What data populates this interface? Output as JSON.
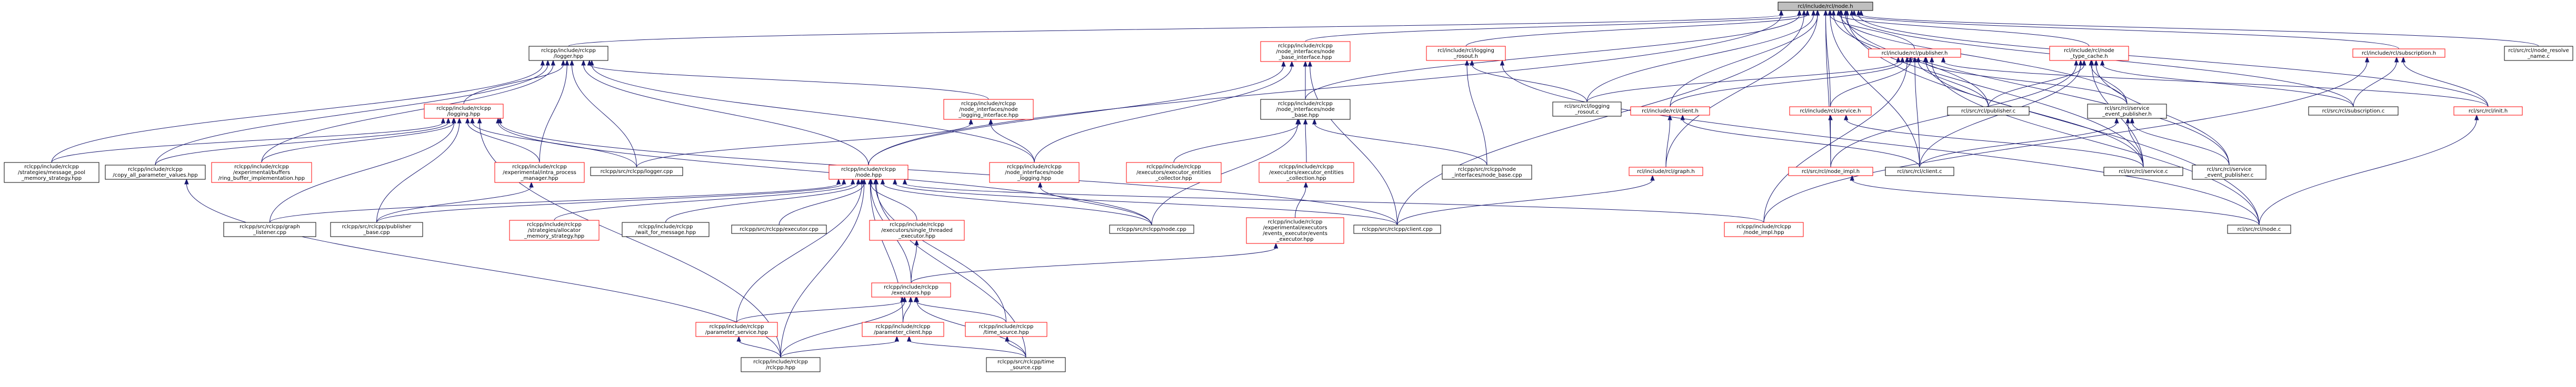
{
  "graph": {
    "title": "",
    "colors": {
      "edge": "#191970",
      "text": "#000000",
      "root_fill": "#bfbfbf",
      "plain_stroke": "#000000",
      "truncated_stroke": "#ff0000"
    },
    "nodes": [
      {
        "id": "root",
        "label": [
          "rcl/include/rcl/node.h"
        ],
        "style": "root"
      },
      {
        "id": "logger_hpp",
        "label": [
          "rclcpp/include/rclcpp",
          "/logger.hpp"
        ],
        "style": "plain"
      },
      {
        "id": "nif_base_iface",
        "label": [
          "rclcpp/include/rclcpp",
          "/node_interfaces/node",
          "_base_interface.hpp"
        ],
        "style": "trunc"
      },
      {
        "id": "rcl_logging_rosout",
        "label": [
          "rcl/include/rcl/logging",
          "_rosout.h"
        ],
        "style": "trunc"
      },
      {
        "id": "rcl_publisher_h",
        "label": [
          "rcl/include/rcl/publisher.h"
        ],
        "style": "trunc"
      },
      {
        "id": "rcl_node_type_cache",
        "label": [
          "rcl/include/rcl/node",
          "_type_cache.h"
        ],
        "style": "trunc"
      },
      {
        "id": "rcl_subscription_h",
        "label": [
          "rcl/include/rcl/subscription.h"
        ],
        "style": "trunc"
      },
      {
        "id": "rcl_node_resolve",
        "label": [
          "rcl/src/rcl/node_resolve",
          "_name.c"
        ],
        "style": "plain"
      },
      {
        "id": "logging_hpp",
        "label": [
          "rclcpp/include/rclcpp",
          "/logging.hpp"
        ],
        "style": "trunc"
      },
      {
        "id": "nif_logging_iface",
        "label": [
          "rclcpp/include/rclcpp",
          "/node_interfaces/node",
          "_logging_interface.hpp"
        ],
        "style": "trunc"
      },
      {
        "id": "nif_node_base",
        "label": [
          "rclcpp/include/rclcpp",
          "/node_interfaces/node",
          "_base.hpp"
        ],
        "style": "plain"
      },
      {
        "id": "rcl_logging_rosout_c",
        "label": [
          "rcl/src/rcl/logging",
          "_rosout.c"
        ],
        "style": "plain"
      },
      {
        "id": "rcl_client_h",
        "label": [
          "rcl/include/rcl/client.h"
        ],
        "style": "trunc"
      },
      {
        "id": "rcl_service_h",
        "label": [
          "rcl/include/rcl/service.h"
        ],
        "style": "trunc"
      },
      {
        "id": "rcl_publisher_c",
        "label": [
          "rcl/src/rcl/publisher.c"
        ],
        "style": "plain"
      },
      {
        "id": "rcl_service_event_pub_h",
        "label": [
          "rcl/src/rcl/service",
          "_event_publisher.h"
        ],
        "style": "plain"
      },
      {
        "id": "rcl_subscription_c",
        "label": [
          "rcl/src/rcl/subscription.c"
        ],
        "style": "plain"
      },
      {
        "id": "rcl_init_h",
        "label": [
          "rcl/src/rcl/init.h"
        ],
        "style": "trunc"
      },
      {
        "id": "strategies_msg_pool",
        "label": [
          "rclcpp/include/rclcpp",
          "/strategies/message_pool",
          "_memory_strategy.hpp"
        ],
        "style": "plain"
      },
      {
        "id": "copy_all_params",
        "label": [
          "rclcpp/include/rclcpp",
          "/copy_all_parameter_values.hpp"
        ],
        "style": "plain"
      },
      {
        "id": "ring_buffer_impl",
        "label": [
          "rclcpp/include/rclcpp",
          "/experimental/buffers",
          "/ring_buffer_implementation.hpp"
        ],
        "style": "trunc"
      },
      {
        "id": "intra_process_mgr",
        "label": [
          "rclcpp/include/rclcpp",
          "/experimental/intra_process",
          "_manager.hpp"
        ],
        "style": "trunc"
      },
      {
        "id": "logger_cpp",
        "label": [
          "rclcpp/src/rclcpp/logger.cpp"
        ],
        "style": "plain"
      },
      {
        "id": "node_hpp",
        "label": [
          "rclcpp/include/rclcpp",
          "/node.hpp"
        ],
        "style": "trunc"
      },
      {
        "id": "nif_node_logging",
        "label": [
          "rclcpp/include/rclcpp",
          "/node_interfaces/node",
          "_logging.hpp"
        ],
        "style": "trunc"
      },
      {
        "id": "executor_entities_collector",
        "label": [
          "rclcpp/include/rclcpp",
          "/executors/executor_entities",
          "_collector.hpp"
        ],
        "style": "trunc"
      },
      {
        "id": "executor_entities_collection",
        "label": [
          "rclcpp/include/rclcpp",
          "/executors/executor_entities",
          "_collection.hpp"
        ],
        "style": "trunc"
      },
      {
        "id": "node_base_cpp",
        "label": [
          "rclcpp/src/rclcpp/node",
          "_interfaces/node_base.cpp"
        ],
        "style": "plain"
      },
      {
        "id": "rcl_graph_h",
        "label": [
          "rcl/include/rcl/graph.h"
        ],
        "style": "trunc"
      },
      {
        "id": "rcl_node_impl_h",
        "label": [
          "rcl/src/rcl/node_impl.h"
        ],
        "style": "trunc"
      },
      {
        "id": "rcl_client_c",
        "label": [
          "rcl/src/rcl/client.c"
        ],
        "style": "plain"
      },
      {
        "id": "rcl_service_c",
        "label": [
          "rcl/src/rcl/service.c"
        ],
        "style": "plain"
      },
      {
        "id": "rcl_service_event_pub_c",
        "label": [
          "rcl/src/rcl/service",
          "_event_publisher.c"
        ],
        "style": "plain"
      },
      {
        "id": "graph_listener_cpp",
        "label": [
          "rclcpp/src/rclcpp/graph",
          "_listener.cpp"
        ],
        "style": "plain"
      },
      {
        "id": "publisher_base_cpp",
        "label": [
          "rclcpp/src/rclcpp/publisher",
          "_base.cpp"
        ],
        "style": "plain"
      },
      {
        "id": "allocator_mem_strategy",
        "label": [
          "rclcpp/include/rclcpp",
          "/strategies/allocator",
          "_memory_strategy.hpp"
        ],
        "style": "trunc"
      },
      {
        "id": "wait_for_message",
        "label": [
          "rclcpp/include/rclcpp",
          "/wait_for_message.hpp"
        ],
        "style": "plain"
      },
      {
        "id": "executor_cpp",
        "label": [
          "rclcpp/src/rclcpp/executor.cpp"
        ],
        "style": "plain"
      },
      {
        "id": "single_threaded_exec",
        "label": [
          "rclcpp/include/rclcpp",
          "/executors/single_threaded",
          "_executor.hpp"
        ],
        "style": "trunc"
      },
      {
        "id": "node_cpp",
        "label": [
          "rclcpp/src/rclcpp/node.cpp"
        ],
        "style": "plain"
      },
      {
        "id": "events_executor",
        "label": [
          "rclcpp/include/rclcpp",
          "/experimental/executors",
          "/events_executor/events",
          "_executor.hpp"
        ],
        "style": "trunc"
      },
      {
        "id": "client_cpp",
        "label": [
          "rclcpp/src/rclcpp/client.cpp"
        ],
        "style": "plain"
      },
      {
        "id": "node_impl_hpp",
        "label": [
          "rclcpp/include/rclcpp",
          "/node_impl.hpp"
        ],
        "style": "trunc"
      },
      {
        "id": "rcl_node_c",
        "label": [
          "rcl/src/rcl/node.c"
        ],
        "style": "plain"
      },
      {
        "id": "executors_hpp",
        "label": [
          "rclcpp/include/rclcpp",
          "/executors.hpp"
        ],
        "style": "trunc"
      },
      {
        "id": "parameter_service_hpp",
        "label": [
          "rclcpp/include/rclcpp",
          "/parameter_service.hpp"
        ],
        "style": "trunc"
      },
      {
        "id": "parameter_client_hpp",
        "label": [
          "rclcpp/include/rclcpp",
          "/parameter_client.hpp"
        ],
        "style": "trunc"
      },
      {
        "id": "time_source_hpp",
        "label": [
          "rclcpp/include/rclcpp",
          "/time_source.hpp"
        ],
        "style": "trunc"
      },
      {
        "id": "rclcpp_hpp",
        "label": [
          "rclcpp/include/rclcpp",
          "/rclcpp.hpp"
        ],
        "style": "plain"
      },
      {
        "id": "time_source_cpp",
        "label": [
          "rclcpp/src/rclcpp/time",
          "_source.cpp"
        ],
        "style": "plain"
      }
    ],
    "edges": [
      [
        "root",
        "logger_hpp"
      ],
      [
        "root",
        "nif_base_iface"
      ],
      [
        "root",
        "rcl_logging_rosout"
      ],
      [
        "root",
        "rcl_publisher_h"
      ],
      [
        "root",
        "rcl_node_type_cache"
      ],
      [
        "root",
        "rcl_subscription_h"
      ],
      [
        "root",
        "rcl_node_resolve"
      ],
      [
        "root",
        "nif_node_base"
      ],
      [
        "root",
        "node_hpp"
      ],
      [
        "root",
        "rcl_client_h"
      ],
      [
        "root",
        "rcl_service_h"
      ],
      [
        "root",
        "rcl_logging_rosout_c"
      ],
      [
        "root",
        "rcl_publisher_c"
      ],
      [
        "root",
        "rcl_service_event_pub_h"
      ],
      [
        "root",
        "rcl_subscription_c"
      ],
      [
        "root",
        "rcl_init_h"
      ],
      [
        "root",
        "rcl_graph_h"
      ],
      [
        "root",
        "rcl_node_impl_h"
      ],
      [
        "root",
        "rcl_client_c"
      ],
      [
        "root",
        "rcl_service_c"
      ],
      [
        "root",
        "rcl_service_event_pub_c"
      ],
      [
        "root",
        "client_cpp"
      ],
      [
        "root",
        "rcl_node_c"
      ],
      [
        "logger_hpp",
        "logging_hpp"
      ],
      [
        "logger_hpp",
        "nif_logging_iface"
      ],
      [
        "logger_hpp",
        "strategies_msg_pool"
      ],
      [
        "logger_hpp",
        "copy_all_params"
      ],
      [
        "logger_hpp",
        "ring_buffer_impl"
      ],
      [
        "logger_hpp",
        "intra_process_mgr"
      ],
      [
        "logger_hpp",
        "logger_cpp"
      ],
      [
        "logger_hpp",
        "node_hpp"
      ],
      [
        "logger_hpp",
        "nif_node_logging"
      ],
      [
        "nif_base_iface",
        "nif_node_base"
      ],
      [
        "nif_base_iface",
        "node_hpp"
      ],
      [
        "nif_base_iface",
        "nif_node_logging"
      ],
      [
        "nif_base_iface",
        "client_cpp"
      ],
      [
        "rcl_logging_rosout",
        "rcl_logging_rosout_c"
      ],
      [
        "rcl_logging_rosout",
        "node_base_cpp"
      ],
      [
        "rcl_logging_rosout",
        "rcl_node_c"
      ],
      [
        "rcl_publisher_h",
        "rcl_client_h"
      ],
      [
        "rcl_publisher_h",
        "rcl_service_h"
      ],
      [
        "rcl_publisher_h",
        "rcl_publisher_c"
      ],
      [
        "rcl_publisher_h",
        "rcl_service_event_pub_h"
      ],
      [
        "rcl_publisher_h",
        "rcl_init_h"
      ],
      [
        "rcl_publisher_h",
        "rcl_logging_rosout_c"
      ],
      [
        "rcl_publisher_h",
        "rcl_client_c"
      ],
      [
        "rcl_publisher_h",
        "rcl_service_c"
      ],
      [
        "rcl_publisher_h",
        "node_impl_hpp"
      ],
      [
        "rcl_publisher_h",
        "rcl_node_c"
      ],
      [
        "rcl_node_type_cache",
        "rcl_publisher_c"
      ],
      [
        "rcl_node_type_cache",
        "rcl_service_event_pub_h"
      ],
      [
        "rcl_node_type_cache",
        "rcl_subscription_c"
      ],
      [
        "rcl_node_type_cache",
        "rcl_node_impl_h"
      ],
      [
        "rcl_node_type_cache",
        "rcl_client_c"
      ],
      [
        "rcl_node_type_cache",
        "rcl_service_c"
      ],
      [
        "rcl_node_type_cache",
        "rcl_service_event_pub_c"
      ],
      [
        "rcl_subscription_h",
        "rcl_subscription_c"
      ],
      [
        "rcl_subscription_h",
        "rcl_init_h"
      ],
      [
        "rcl_subscription_h",
        "node_impl_hpp"
      ],
      [
        "logging_hpp",
        "strategies_msg_pool"
      ],
      [
        "logging_hpp",
        "copy_all_params"
      ],
      [
        "logging_hpp",
        "ring_buffer_impl"
      ],
      [
        "logging_hpp",
        "intra_process_mgr"
      ],
      [
        "logging_hpp",
        "logger_cpp"
      ],
      [
        "logging_hpp",
        "graph_listener_cpp"
      ],
      [
        "logging_hpp",
        "publisher_base_cpp"
      ],
      [
        "logging_hpp",
        "node_cpp"
      ],
      [
        "logging_hpp",
        "client_cpp"
      ],
      [
        "logging_hpp",
        "rclcpp_hpp"
      ],
      [
        "nif_logging_iface",
        "logger_cpp"
      ],
      [
        "nif_logging_iface",
        "nif_node_logging"
      ],
      [
        "nif_node_base",
        "executor_entities_collector"
      ],
      [
        "nif_node_base",
        "executor_entities_collection"
      ],
      [
        "nif_node_base",
        "node_base_cpp"
      ],
      [
        "nif_node_base",
        "node_cpp"
      ],
      [
        "rcl_client_h",
        "rcl_graph_h"
      ],
      [
        "rcl_client_h",
        "rcl_client_c"
      ],
      [
        "rcl_service_h",
        "rcl_node_impl_h"
      ],
      [
        "rcl_service_h",
        "rcl_service_c"
      ],
      [
        "rcl_service_event_pub_h",
        "rcl_client_c"
      ],
      [
        "rcl_service_event_pub_h",
        "rcl_service_c"
      ],
      [
        "rcl_service_event_pub_h",
        "rcl_service_event_pub_c"
      ],
      [
        "rcl_init_h",
        "rcl_node_c"
      ],
      [
        "intra_process_mgr",
        "publisher_base_cpp"
      ],
      [
        "node_hpp",
        "graph_listener_cpp"
      ],
      [
        "node_hpp",
        "publisher_base_cpp"
      ],
      [
        "node_hpp",
        "allocator_mem_strategy"
      ],
      [
        "node_hpp",
        "wait_for_message"
      ],
      [
        "node_hpp",
        "executor_cpp"
      ],
      [
        "node_hpp",
        "single_threaded_exec"
      ],
      [
        "node_hpp",
        "node_cpp"
      ],
      [
        "node_hpp",
        "client_cpp"
      ],
      [
        "node_hpp",
        "node_impl_hpp"
      ],
      [
        "node_hpp",
        "executors_hpp"
      ],
      [
        "node_hpp",
        "parameter_service_hpp"
      ],
      [
        "node_hpp",
        "parameter_client_hpp"
      ],
      [
        "node_hpp",
        "time_source_hpp"
      ],
      [
        "node_hpp",
        "rclcpp_hpp"
      ],
      [
        "node_hpp",
        "time_source_cpp"
      ],
      [
        "nif_node_logging",
        "node_cpp"
      ],
      [
        "executor_entities_collection",
        "events_executor"
      ],
      [
        "events_executor",
        "executors_hpp"
      ],
      [
        "single_threaded_exec",
        "executors_hpp"
      ],
      [
        "rcl_node_impl_h",
        "rcl_node_c"
      ],
      [
        "executors_hpp",
        "parameter_service_hpp"
      ],
      [
        "executors_hpp",
        "parameter_client_hpp"
      ],
      [
        "executors_hpp",
        "time_source_hpp"
      ],
      [
        "executors_hpp",
        "rclcpp_hpp"
      ],
      [
        "executors_hpp",
        "time_source_cpp"
      ],
      [
        "parameter_service_hpp",
        "rclcpp_hpp"
      ],
      [
        "parameter_client_hpp",
        "rclcpp_hpp"
      ],
      [
        "parameter_client_hpp",
        "time_source_cpp"
      ],
      [
        "time_source_hpp",
        "time_source_cpp"
      ],
      [
        "copy_all_params",
        "rclcpp_hpp"
      ],
      [
        "rcl_graph_h",
        "client_cpp"
      ]
    ]
  }
}
